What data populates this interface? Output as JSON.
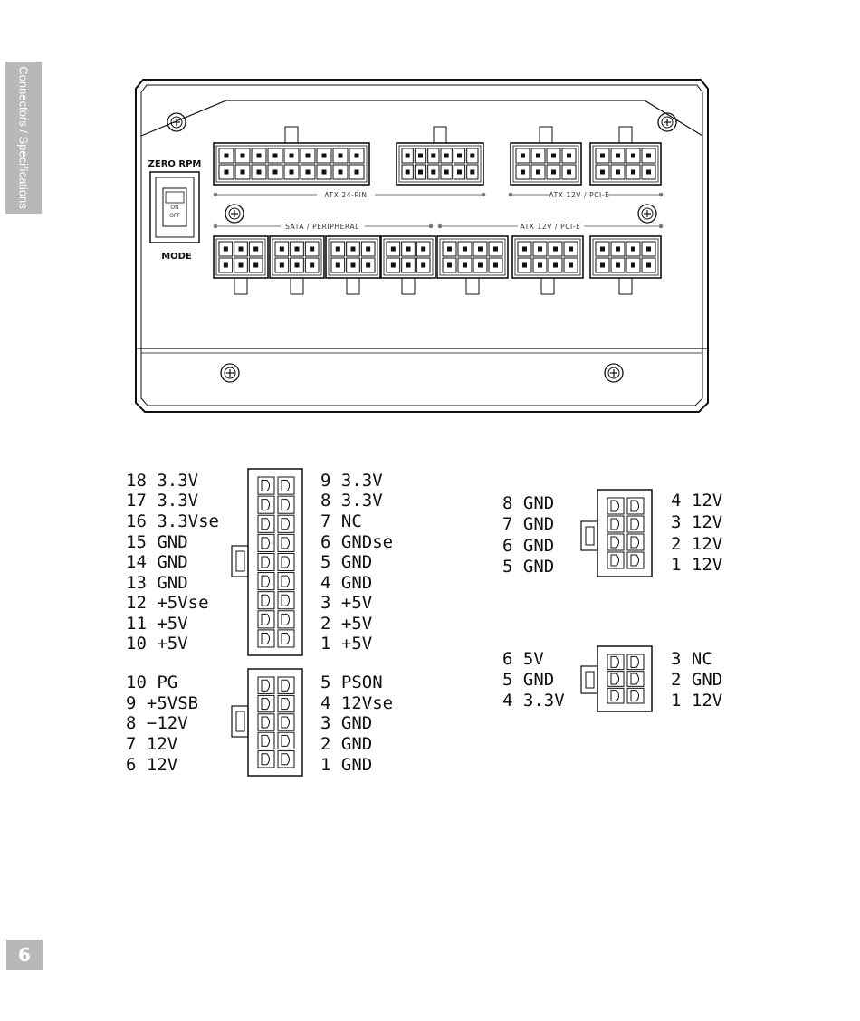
{
  "side_tab": "Connectors / Specifications",
  "page_number": "6",
  "psu": {
    "switch_top_label": "ZERO RPM",
    "switch_on": "ON",
    "switch_off": "OFF",
    "switch_bottom_label": "MODE",
    "label_atx24": "ATX 24-PIN",
    "label_atx12_top": "ATX 12V / PCI-E",
    "label_sata": "SATA / PERIPHERAL",
    "label_atx12_bottom": "ATX 12V / PCI-E"
  },
  "pinouts": {
    "atx24_upper_left": [
      "18 3.3V",
      "17 3.3V",
      "16 3.3Vse",
      "15 GND",
      "14 GND",
      "13 GND",
      "12 +5Vse",
      "11 +5V",
      "10 +5V"
    ],
    "atx24_upper_right": [
      "9 3.3V",
      "8 3.3V",
      "7 NC",
      "6 GNDse",
      "5 GND",
      "4 GND",
      "3 +5V",
      "2 +5V",
      "1 +5V"
    ],
    "atx24_lower_left": [
      "10 PG",
      "9 +5VSB",
      "8 −12V",
      "7 12V",
      "6 12V"
    ],
    "atx24_lower_right": [
      "5 PSON",
      "4 12Vse",
      "3 GND",
      "2 GND",
      "1 GND"
    ],
    "eight_pin_left": [
      "8 GND",
      "7 GND",
      "6 GND",
      "5 GND"
    ],
    "eight_pin_right": [
      "4 12V",
      "3 12V",
      "2 12V",
      "1 12V"
    ],
    "six_pin_left": [
      "6 5V",
      "5 GND",
      "4 3.3V"
    ],
    "six_pin_right": [
      "3 NC",
      "2 GND",
      "1 12V"
    ]
  }
}
